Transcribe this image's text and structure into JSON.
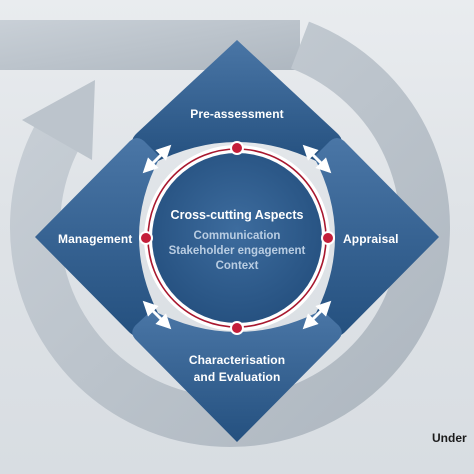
{
  "diagram": {
    "tiles": {
      "top": "Pre-assessment",
      "left": "Management",
      "right": "Appraisal",
      "bottom_line1": "Characterisation",
      "bottom_line2": "and Evaluation"
    },
    "center": {
      "title": "Cross-cutting Aspects",
      "items": [
        "Communication",
        "Stakeholder engagement",
        "Context"
      ]
    },
    "footer_text": "Under",
    "colors": {
      "tile": "#2b5a8a",
      "tile_light": "#5f87b5",
      "ring": "#ffffff",
      "node": "#c41e3a",
      "cycle_arrow": "#bcc4cc",
      "background": "#e2e6ea"
    }
  }
}
